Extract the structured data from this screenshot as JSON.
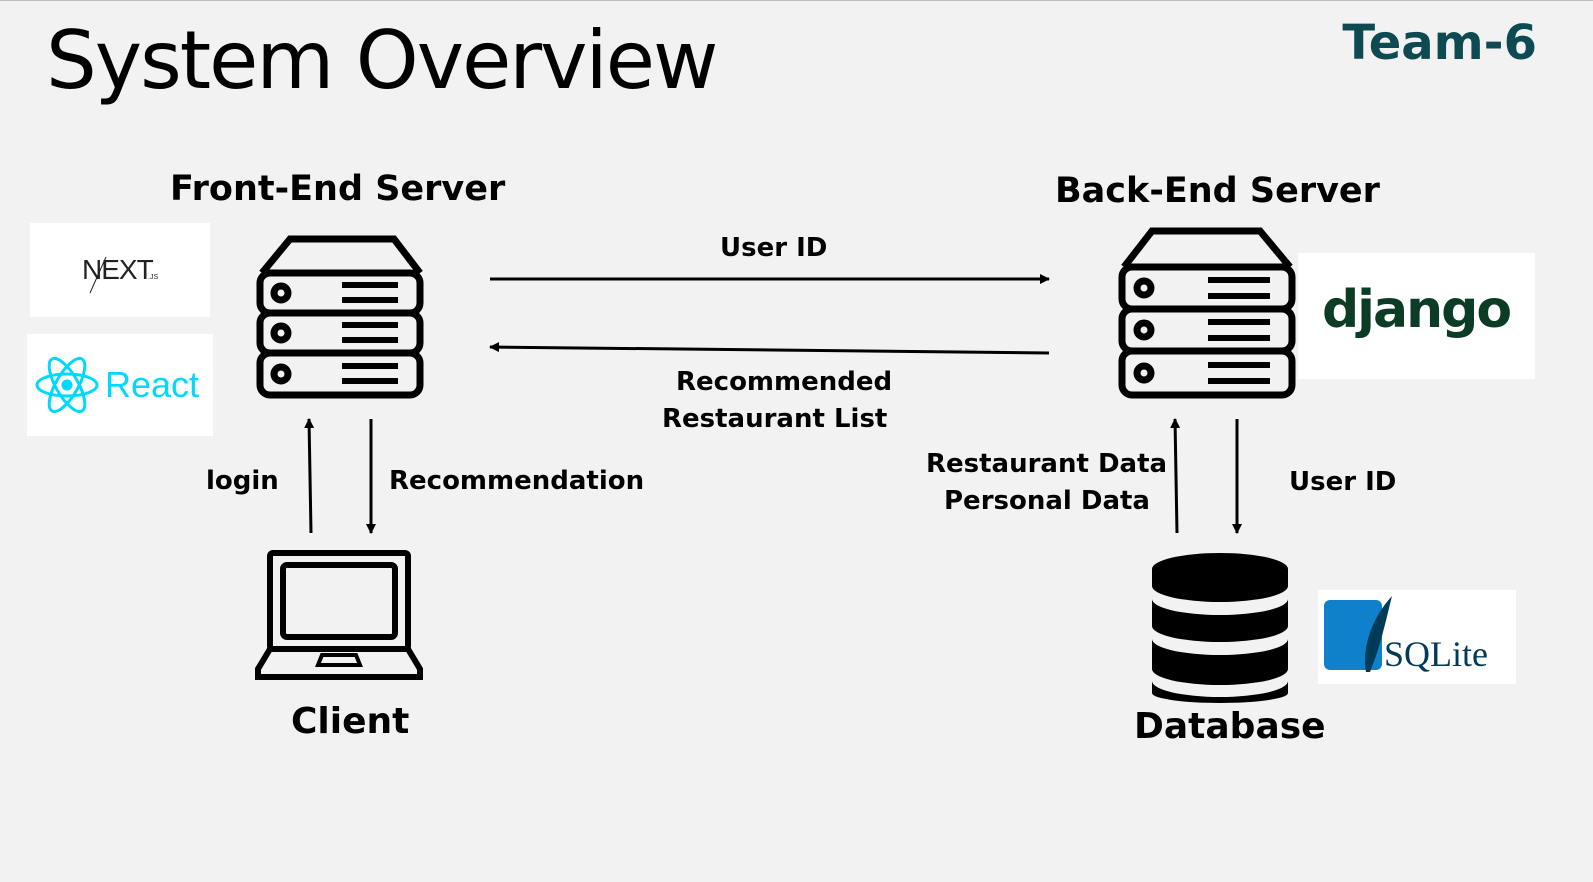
{
  "slide": {
    "title": "System Overview",
    "team": "Team-6"
  },
  "nodes": {
    "frontend_label": "Front-End Server",
    "backend_label": "Back-End Server",
    "client_label": "Client",
    "database_label": "Database"
  },
  "edges": {
    "user_id_top": "User ID",
    "recommended_line1": "Recommended",
    "recommended_line2": "Restaurant List",
    "login": "login",
    "recommendation": "Recommendation",
    "restaurant_data": "Restaurant Data",
    "personal_data": "Personal Data",
    "user_id_db": "User ID"
  },
  "logos": {
    "next": "NEXT",
    "next_suffix": ".JS",
    "react": "React",
    "django": "django",
    "sqlite": "SQLite"
  },
  "colors": {
    "title": "#000000",
    "team": "#0e4a52",
    "react": "#00d8ff",
    "django": "#0c3c26",
    "sqlite_blue": "#0f80cc",
    "sqlite_text": "#003b57"
  }
}
